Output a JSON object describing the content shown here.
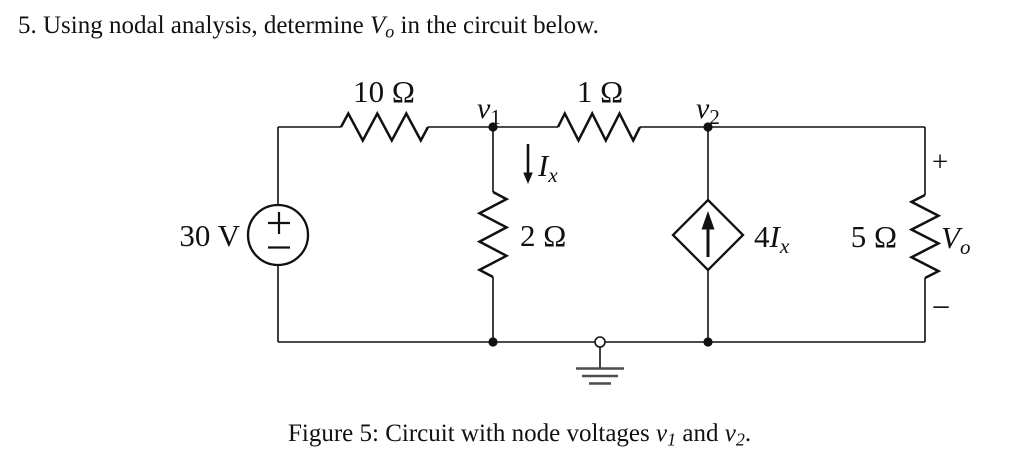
{
  "page": {
    "background": "#ffffff",
    "ink": "#111111",
    "ground_color": "#4d4d4d"
  },
  "title": {
    "prefix": "5. Using nodal analysis, determine ",
    "var_base": "V",
    "var_sub": "o",
    "suffix": " in the circuit below."
  },
  "circuit": {
    "source": {
      "label": "30 V",
      "plus": "+",
      "minus": "−"
    },
    "resistor_10": "10 Ω",
    "resistor_1": "1 Ω",
    "resistor_2": "2 Ω",
    "resistor_5": "5 Ω",
    "node_v1": {
      "base": "v",
      "sub": "1"
    },
    "node_v2": {
      "base": "v",
      "sub": "2"
    },
    "current_ix": {
      "base": "I",
      "sub": "x"
    },
    "dep_source": {
      "coef": "4",
      "base": "I",
      "sub": "x"
    },
    "output": {
      "plus": "+",
      "base": "V",
      "sub": "o",
      "minus": "−"
    }
  },
  "caption": {
    "prefix": "Figure 5: Circuit with node voltages ",
    "v1_base": "v",
    "v1_sub": "1",
    "mid": " and ",
    "v2_base": "v",
    "v2_sub": "2",
    "suffix": "."
  }
}
